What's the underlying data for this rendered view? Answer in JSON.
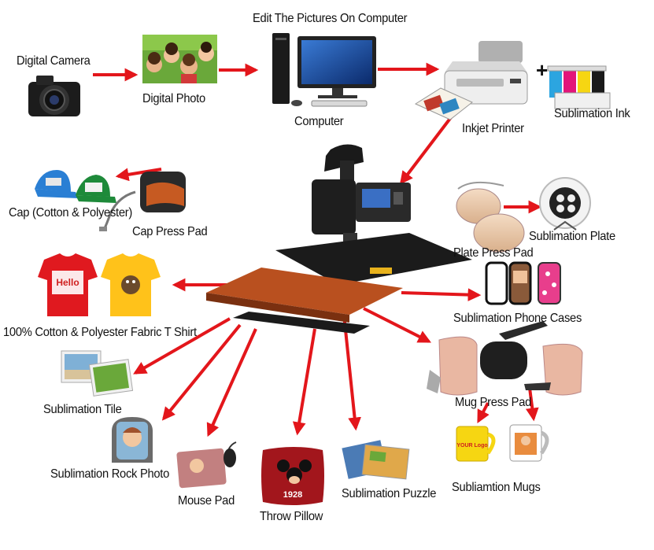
{
  "labels": {
    "digital_camera": "Digital Camera",
    "digital_photo": "Digital Photo",
    "edit_pictures": "Edit The Pictures On Computer",
    "computer": "Computer",
    "inkjet_printer": "Inkjet Printer",
    "plus": "+",
    "sublimation_ink": "Sublimation Ink",
    "cap": "Cap (Cotton & Polyester)",
    "cap_press_pad": "Cap Press Pad",
    "plate_press_pad": "Plate Press Pad",
    "sublimation_plate": "Sublimation Plate",
    "tshirt": "100% Cotton & Polyester Fabric T Shirt",
    "phone_cases": "Sublimation Phone Cases",
    "sublimation_tile": "Sublimation Tile",
    "mug_press_pad": "Mug Press Pad",
    "rock_photo": "Sublimation Rock Photo",
    "mouse_pad": "Mouse Pad",
    "throw_pillow": "Throw Pillow",
    "puzzle": "Sublimation Puzzle",
    "mugs": "Subliamtion Mugs"
  },
  "artwork_text": {
    "tshirt_print": "Hello",
    "pillow_print": "1928",
    "mug_print": "YOUR Logo"
  },
  "colors": {
    "arrow": "#e3161b",
    "machine": "#1a1a1a",
    "platen": "#b9501f",
    "pad": "#d9c7a8"
  }
}
